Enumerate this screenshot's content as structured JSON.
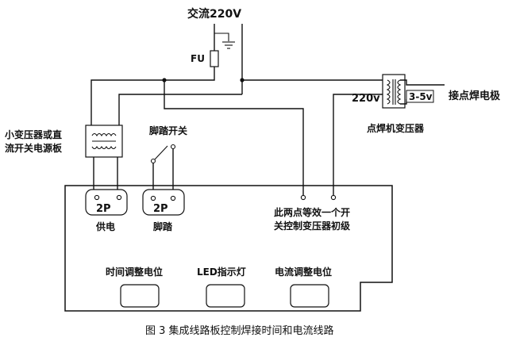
{
  "labels": {
    "supply": "交流220V",
    "fuse": "FU",
    "small_transformer_line1": "小变压器或直",
    "small_transformer_line2": "流开关电源板",
    "foot_switch": "脚踏开关",
    "primary_voltage": "220v",
    "secondary_voltage": "3-5v",
    "electrode": "接点焊电极",
    "welder_transformer": "点焊机变压器",
    "connector_power": "2P",
    "connector_foot": "2P",
    "power_label": "供电",
    "foot_label": "脚踏",
    "note_line1": "此两点等效一个开",
    "note_line2": "关控制变压器初级",
    "time_pot": "时间调整电位",
    "led": "LED指示灯",
    "current_pot": "电流调整电位",
    "caption": "图 3   集成线路板控制焊接时间和电流线路"
  }
}
